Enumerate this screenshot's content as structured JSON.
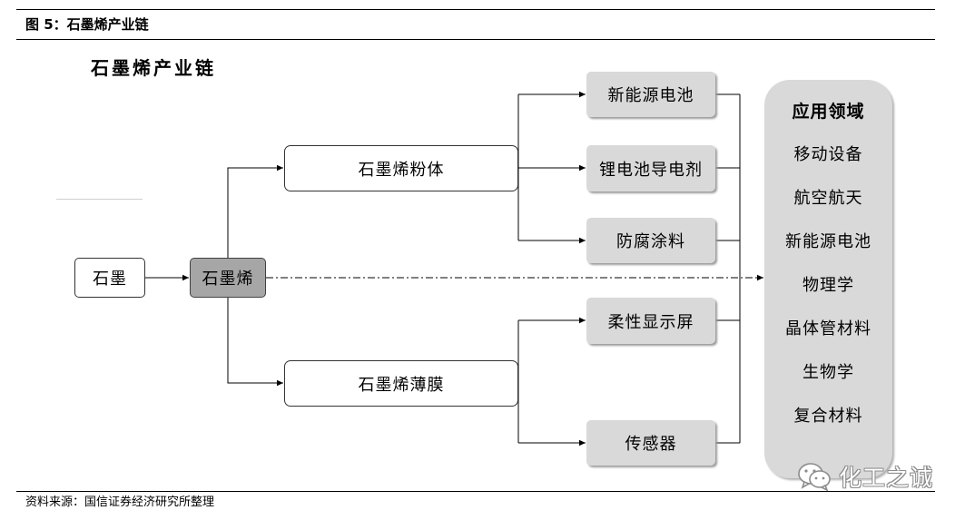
{
  "header": {
    "figure_label": "图 5：石墨烯产业链"
  },
  "diagram": {
    "title": "石墨烯产业链",
    "nodes": {
      "graphite": "石墨",
      "graphene": "石墨烯",
      "graphene_powder": "石墨烯粉体",
      "graphene_film": "石墨烯薄膜",
      "new_energy_battery": "新能源电池",
      "lithium_conductive_agent": "锂电池导电剂",
      "anticorrosion_coating": "防腐涂料",
      "flexible_display": "柔性显示屏",
      "sensor": "传感器"
    },
    "applications": {
      "title": "应用领域",
      "items": [
        "移动设备",
        "航空航天",
        "新能源电池",
        "物理学",
        "晶体管材料",
        "生物学",
        "复合材料"
      ]
    },
    "colors": {
      "graphene_fill": "#a6a6a6",
      "product_fill": "#d9d9d9"
    }
  },
  "footer": {
    "source": "资料来源：国信证券经济研究所整理"
  },
  "watermark": {
    "icon": "wechat-icon",
    "text": "化工之诚"
  }
}
